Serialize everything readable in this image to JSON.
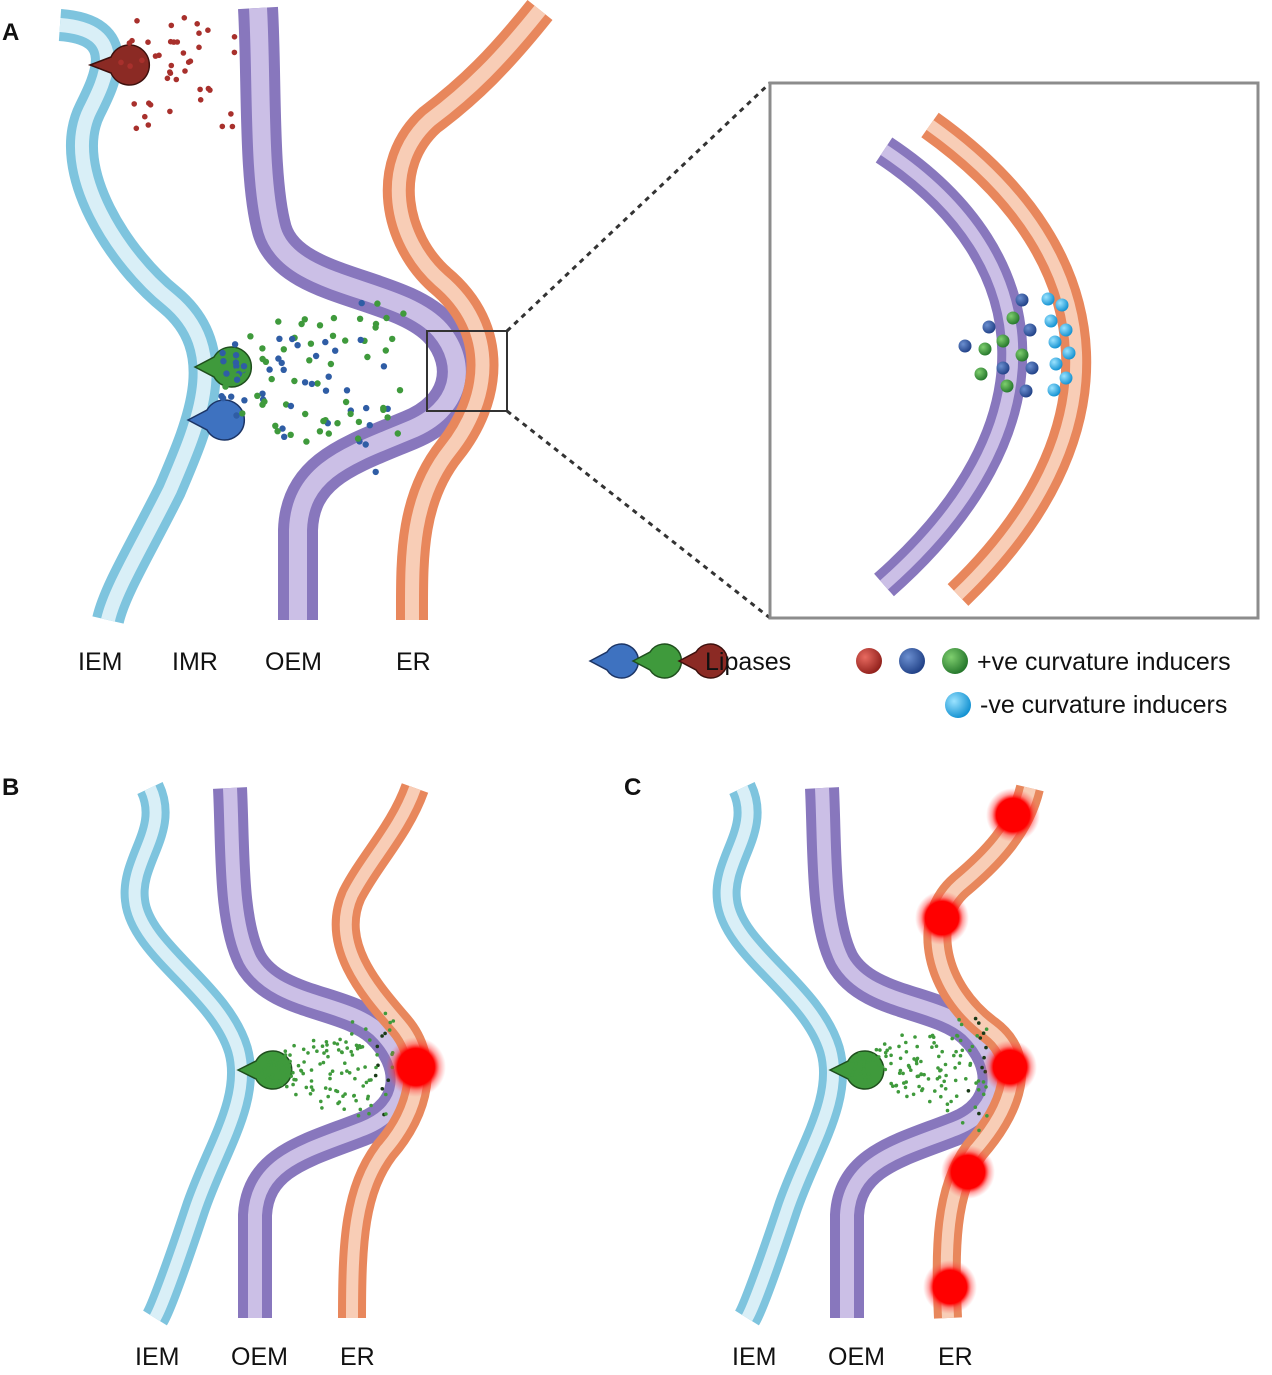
{
  "panels": {
    "a": {
      "letter": "A",
      "labels": [
        "IEM",
        "IMR",
        "OEM",
        "ER"
      ],
      "legend": {
        "lipases": "Lipases",
        "positive": "+ve curvature inducers",
        "negative": "-ve curvature inducers"
      }
    },
    "b": {
      "letter": "B",
      "labels": [
        "IEM",
        "OEM",
        "ER"
      ]
    },
    "c": {
      "letter": "C",
      "labels": [
        "IEM",
        "OEM",
        "ER"
      ]
    }
  },
  "colors": {
    "iem_outer": "#7ec4de",
    "iem_inner": "#d9eff7",
    "oem_outer": "#8877bd",
    "oem_inner": "#cbbfe6",
    "er_outer": "#e8875c",
    "er_inner": "#f8cdb6",
    "lipase_red": "#8b2a24",
    "lipase_green": "#3f9a3c",
    "lipase_blue": "#3e72c0",
    "dot_red": "#a8302c",
    "dot_blue": "#2f5da5",
    "dot_green": "#3f9a3c",
    "dot_cyan": "#2aa8e0",
    "contact_red": "#ff0000"
  }
}
